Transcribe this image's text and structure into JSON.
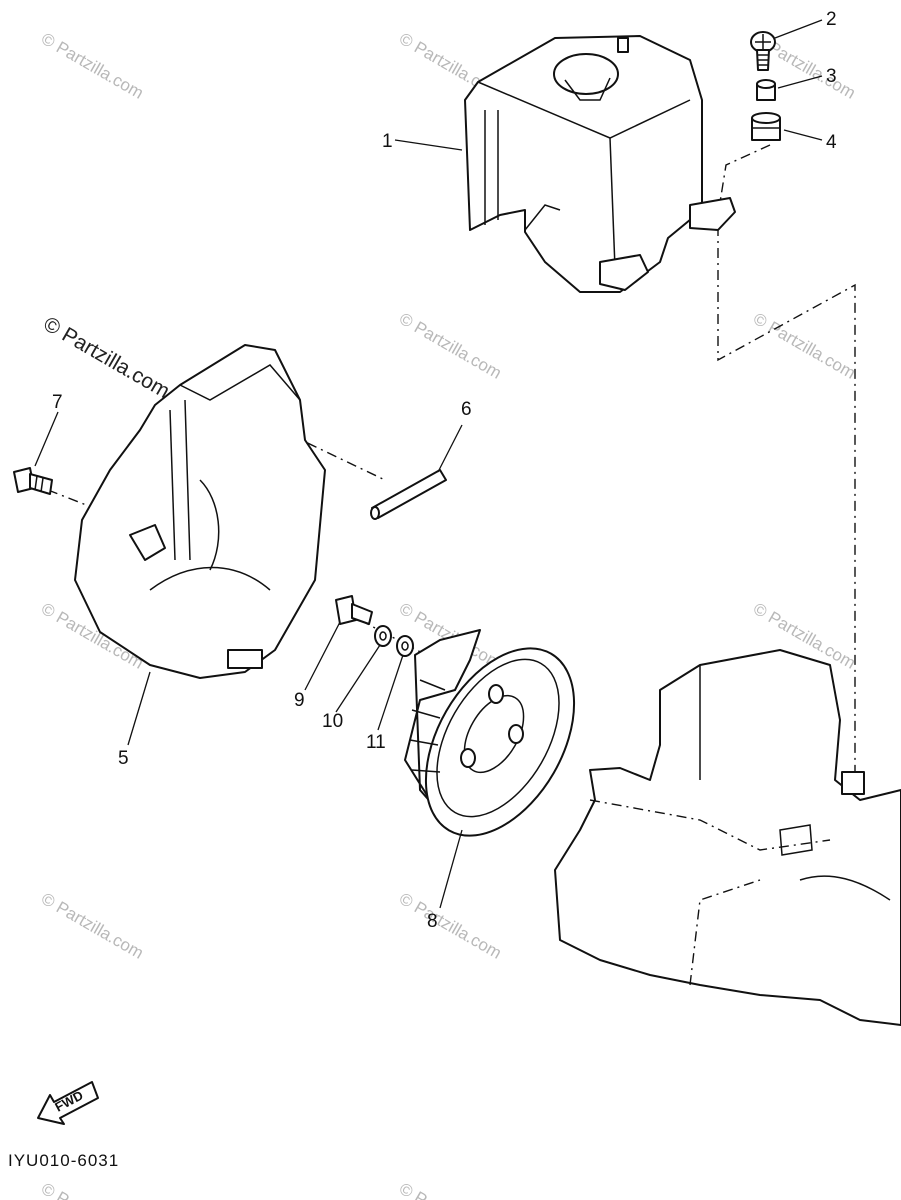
{
  "watermark": "© Partzilla.com",
  "diagram_code": "IYU010-6031",
  "fwd_label": "FWD",
  "callouts": [
    "1",
    "2",
    "3",
    "4",
    "5",
    "6",
    "7",
    "8",
    "9",
    "10",
    "11"
  ],
  "parts": [
    {
      "ref": "1",
      "icon": "shroud-cover-icon"
    },
    {
      "ref": "2",
      "icon": "screw-icon"
    },
    {
      "ref": "3",
      "icon": "collar-icon"
    },
    {
      "ref": "4",
      "icon": "damper-icon"
    },
    {
      "ref": "5",
      "icon": "fan-housing-icon"
    },
    {
      "ref": "6",
      "icon": "pin-icon"
    },
    {
      "ref": "7",
      "icon": "bolt-icon"
    },
    {
      "ref": "8",
      "icon": "cooling-fan-icon"
    },
    {
      "ref": "9",
      "icon": "bolt-icon"
    },
    {
      "ref": "10",
      "icon": "washer-icon"
    },
    {
      "ref": "11",
      "icon": "washer-icon"
    }
  ]
}
